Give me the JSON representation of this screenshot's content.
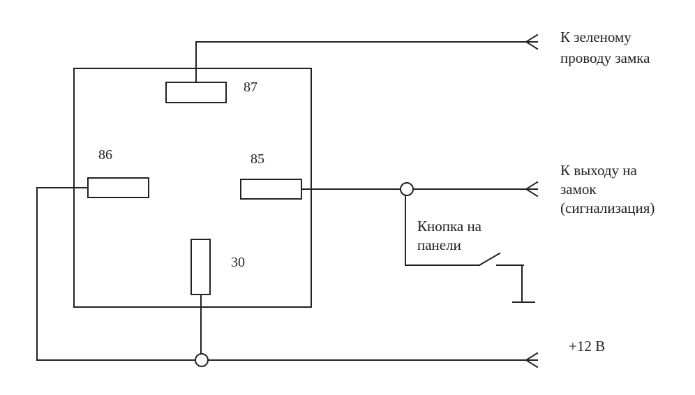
{
  "pins": {
    "p87": "87",
    "p86": "86",
    "p85": "85",
    "p30": "30"
  },
  "labels": {
    "green_line1": "К зеленому",
    "green_line2": "проводу замка",
    "lock_line1": "К выходу на",
    "lock_line2": "замок",
    "lock_line3": "(сигнализация)",
    "button_line1": "Кнопка на",
    "button_line2": "панели",
    "power": "+12 В"
  },
  "colors": {
    "line": "#222222",
    "background": "#ffffff"
  }
}
